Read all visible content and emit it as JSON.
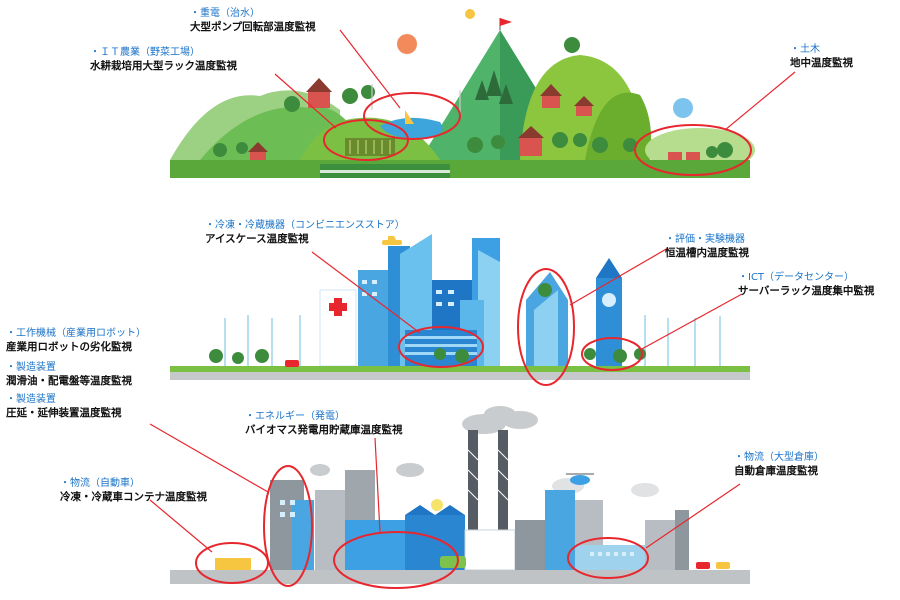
{
  "labels": [
    {
      "id": "heavy-electric",
      "category": "・重電（治水）",
      "description": "大型ポンプ回転部温度監視"
    },
    {
      "id": "it-agriculture",
      "category": "・ＩＴ農業（野菜工場）",
      "description": "水耕栽培用大型ラック温度監視"
    },
    {
      "id": "civil-engineering",
      "category": "・土木",
      "description": "地中温度監視"
    },
    {
      "id": "refrigeration",
      "category": "・冷凍・冷蔵機器（コンビニエンスストア）",
      "description": "アイスケース温度監視"
    },
    {
      "id": "evaluation",
      "category": "・評価・実験機器",
      "description": "恒温槽内温度監視"
    },
    {
      "id": "ict",
      "category": "・ICT（データセンター）",
      "description": "サーバーラック温度集中監視"
    },
    {
      "id": "machine-tool",
      "category": "・工作機械（産業用ロボット）",
      "description": "産業用ロボットの劣化監視"
    },
    {
      "id": "manufacturing-1",
      "category": "・製造装置",
      "description": "潤滑油・配電盤等温度監視"
    },
    {
      "id": "manufacturing-2",
      "category": "・製造装置",
      "description": "圧延・延伸装置温度監視"
    },
    {
      "id": "energy",
      "category": "・エネルギー（発電）",
      "description": "バイオマス発電用貯蔵庫温度監視"
    },
    {
      "id": "logistics-vehicle",
      "category": "・物流（自動車）",
      "description": "冷凍・冷蔵車コンテナ温度監視"
    },
    {
      "id": "logistics-warehouse",
      "category": "・物流（大型倉庫）",
      "description": "自動倉庫温度監視"
    }
  ],
  "colors": {
    "highlight": "#e8262d",
    "category": "#1a73c8",
    "text": "#111111"
  }
}
